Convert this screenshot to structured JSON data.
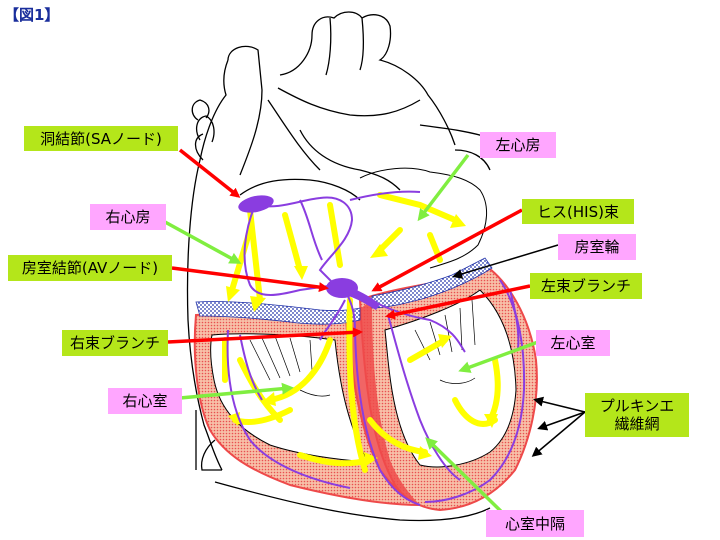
{
  "figure_label": "【図1】",
  "labels": {
    "sa_node": "洞結節(SAノード)",
    "right_atrium": "右心房",
    "av_node": "房室結節(AVノード)",
    "right_bundle": "右束ブランチ",
    "right_ventricle": "右心室",
    "left_atrium": "左心房",
    "his_bundle": "ヒス(HIS)束",
    "av_ring": "房室輪",
    "left_bundle": "左束ブランチ",
    "left_ventricle": "左心室",
    "purkinje_line1": "プルキンエ",
    "purkinje_line2": "繊維網",
    "septum": "心室中隔"
  },
  "colors": {
    "title": "#1a2e9c",
    "green_label": "#b4e61a",
    "pink_label": "#ffa6ff",
    "red_arrow": "#ff0000",
    "green_arrow": "#80ee40",
    "muscle": "#ee4a4a",
    "muscle_fill": "#f6b8a0",
    "conduction": "#8a3de0",
    "flow": "#ffff00",
    "valve_ring": "#2233aa"
  }
}
